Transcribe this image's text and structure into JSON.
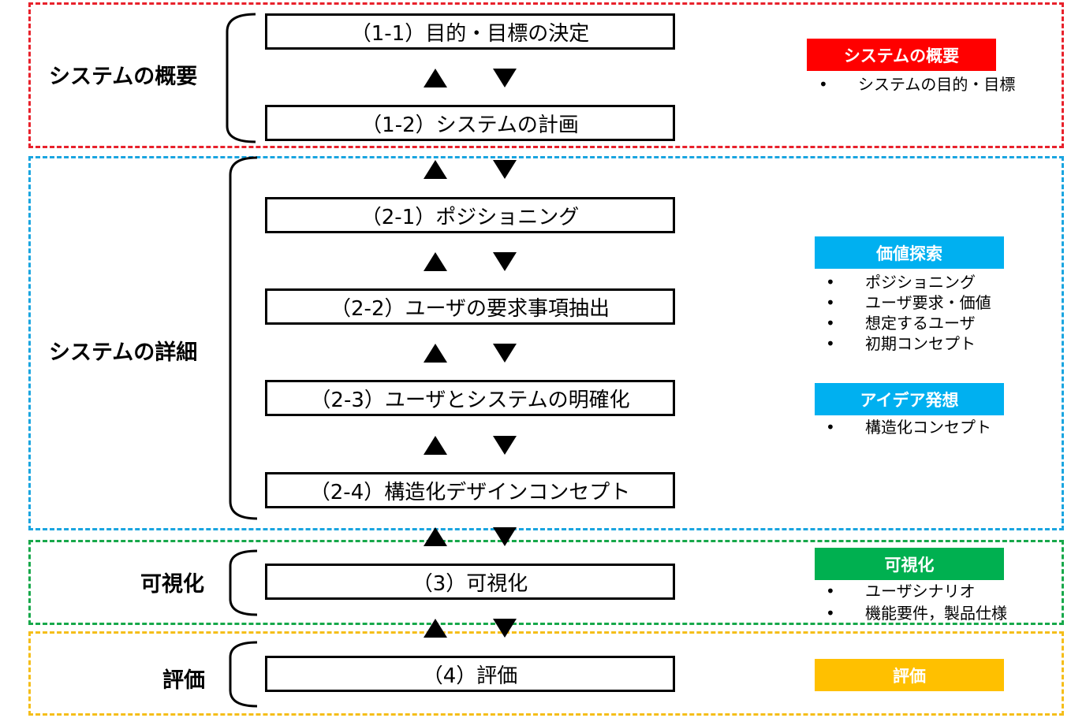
{
  "groups": {
    "overview": "システムの概要",
    "detail": "システムの詳細",
    "visualize": "可視化",
    "evaluate": "評価"
  },
  "steps": [
    "（1-1）目的・目標の決定",
    "（1-2）システムの計画",
    "（2-1）ポジショニング",
    "（2-2）ユーザの要求事項抽出",
    "（2-3）ユーザとシステムの明確化",
    "（2-4）構造化デザインコンセプト",
    "（3）可視化",
    "（4）評価"
  ],
  "legend": {
    "overview": {
      "title": "システムの概要",
      "color": "#ff0000",
      "items": [
        "システムの目的・目標"
      ]
    },
    "value": {
      "title": "価値探索",
      "color": "#00b0f0",
      "items": [
        "ポジショニング",
        "ユーザ要求・価値",
        "想定するユーザ",
        "初期コンセプト"
      ]
    },
    "idea": {
      "title": "アイデア発想",
      "color": "#00b0f0",
      "items": [
        "構造化コンセプト"
      ]
    },
    "visualize": {
      "title": "可視化",
      "color": "#00b050",
      "items": [
        "ユーザシナリオ",
        "機能要件，製品仕様"
      ]
    },
    "evaluate": {
      "title": "評価",
      "color": "#ffc000",
      "items": []
    }
  },
  "bullet_glyph": "•",
  "colors": {
    "red": "#e8212b",
    "blue": "#1aa5e0",
    "green": "#17a84a",
    "yellow": "#f5be1a"
  }
}
